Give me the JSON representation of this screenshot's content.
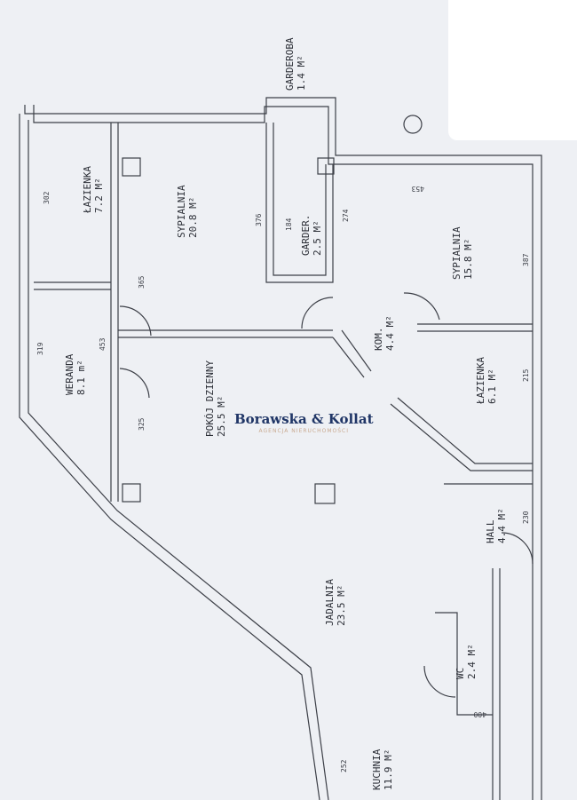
{
  "rooms": [
    {
      "name": "ŁAZIENKA",
      "area": "7.2 M²"
    },
    {
      "name": "SYPIALNIA",
      "area": "20.8 M²"
    },
    {
      "name": "GARDEROBA",
      "area": "1.4 M²"
    },
    {
      "name": "GARDER.",
      "area": "2.5 M²"
    },
    {
      "name": "SYPIALNIA",
      "area": "15.8 M²"
    },
    {
      "name": "WERANDA",
      "area": "8.1 m²"
    },
    {
      "name": "POKÓJ DZIENNY",
      "area": "25.5 M²"
    },
    {
      "name": "KOM.",
      "area": "4.4 M²"
    },
    {
      "name": "ŁAZIENKA",
      "area": "6.1 M²"
    },
    {
      "name": "HALL",
      "area": "4.4 M²"
    },
    {
      "name": "JADALNIA",
      "area": "23.5 M²"
    },
    {
      "name": "WC",
      "area": "2.4 M²"
    },
    {
      "name": "KUCHNIA",
      "area": "11.9 M²"
    }
  ],
  "dimensions": [
    "302",
    "365",
    "376",
    "387",
    "453",
    "319",
    "325",
    "215",
    "230",
    "274",
    "184",
    "453",
    "400",
    "252"
  ],
  "logo": {
    "name": "Borawska & Kollat",
    "tagline": "AGENCJA NIERUCHOMOŚCI"
  }
}
